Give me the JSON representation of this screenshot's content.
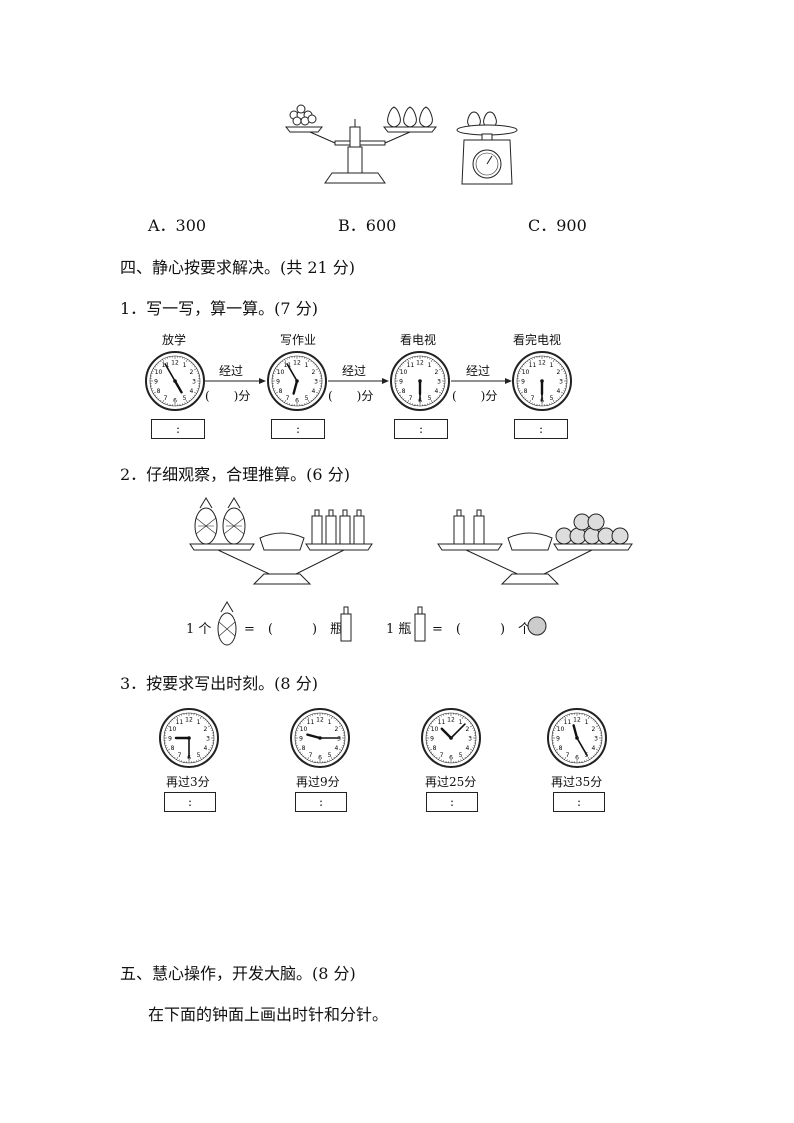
{
  "choices": [
    "A．300",
    "B．600",
    "C．900"
  ],
  "section4": {
    "heading": "四、静心按要求解决。(共 21 分)"
  },
  "q1": {
    "title": "1．写一写，算一算。(7 分)",
    "labels": [
      "放学",
      "写作业",
      "看电视",
      "看完电视"
    ],
    "arrow_label": "经过",
    "blank": "(　　)分",
    "time_box": ":"
  },
  "q2": {
    "title": "2．仔细观察，合理推算。(6 分)",
    "eq1_prefix": "1 个",
    "eq1_mid": "=　(　　　)　瓶",
    "eq2_prefix": "1 瓶",
    "eq2_mid": "=　(　　　)　个"
  },
  "q3": {
    "title": "3．按要求写出时刻。(8 分)",
    "labels": [
      "再过3分",
      "再过9分",
      "再过25分",
      "再过35分"
    ],
    "time_box": ":"
  },
  "section5": {
    "heading": "五、慧心操作，开发大脑。(8 分)",
    "instruction": "在下面的钟面上画出时针和分针。"
  },
  "icons": [
    "balance-scale-icon",
    "kitchen-scale-icon",
    "grapes-icon",
    "pear-icon",
    "clock-icon",
    "pineapple-icon",
    "bottle-icon",
    "orange-icon"
  ]
}
